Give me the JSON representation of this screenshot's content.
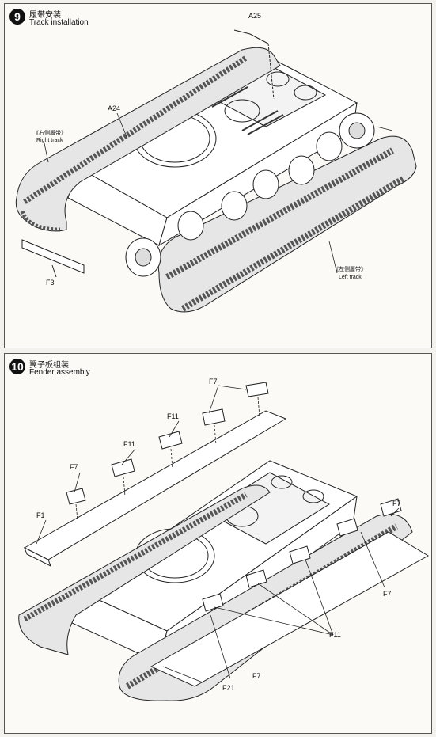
{
  "step9": {
    "number": "9",
    "title_zh": "履带安装",
    "title_en": "Track installation",
    "labels": {
      "a25": "A25",
      "a24": "A24",
      "f3": "F3",
      "right_zh": "《右侧履带》",
      "right_en": "Right track",
      "left_zh": "《左侧履带》",
      "left_en": "Left track"
    }
  },
  "step10": {
    "number": "10",
    "title_zh": "翼子板组装",
    "title_en": "Fender assembly",
    "labels": {
      "f7": "F7",
      "f11": "F11",
      "f1": "F1",
      "f21": "F21"
    }
  }
}
